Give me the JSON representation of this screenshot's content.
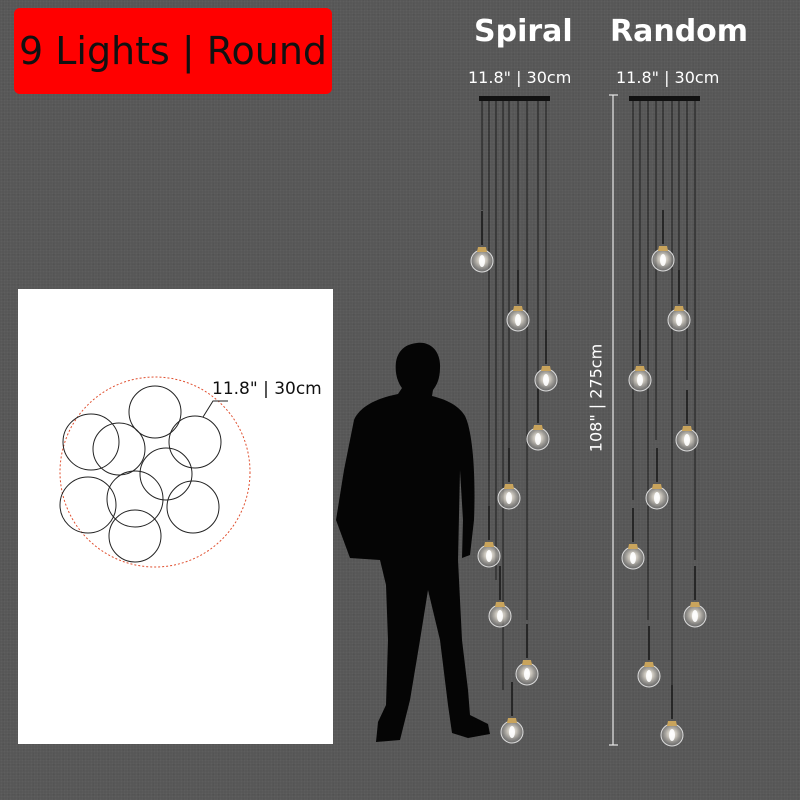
{
  "badge": {
    "label": "9 Lights | Round",
    "color": "#ff0000"
  },
  "spiral": {
    "heading": "Spiral",
    "width_label": "11.8\" | 30cm"
  },
  "random": {
    "heading": "Random",
    "width_label": "11.8\" | 30cm"
  },
  "height_label": "108\" | 275cm",
  "plan": {
    "diameter_label": "11.8\" | 30cm"
  },
  "colors": {
    "background": "#575757",
    "badge": "#ff0000",
    "bulb_cap": "#c9a45c"
  },
  "icons": [
    "person-silhouette-icon",
    "pendant-bulb-icon",
    "plan-circle-icon"
  ]
}
